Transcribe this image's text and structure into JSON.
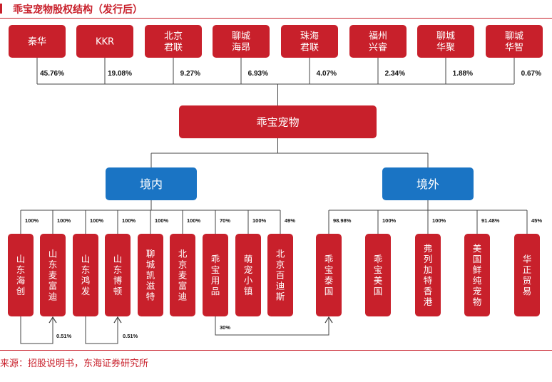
{
  "title": "乖宝宠物股权结构（发行后）",
  "source": "来源：招股说明书，东海证券研究所",
  "colors": {
    "red": "#c8202b",
    "blue": "#1a74c4",
    "line": "#444444",
    "accent": "#c8202b"
  },
  "shareholders": [
    {
      "label": "秦华",
      "pct": "45.76%"
    },
    {
      "label": "KKR",
      "pct": "19.08%"
    },
    {
      "label": "北京\n君联",
      "pct": "9.27%"
    },
    {
      "label": "聊城\n海昂",
      "pct": "6.93%"
    },
    {
      "label": "珠海\n君联",
      "pct": "4.07%"
    },
    {
      "label": "福州\n兴睿",
      "pct": "2.34%"
    },
    {
      "label": "聊城\n华聚",
      "pct": "1.88%"
    },
    {
      "label": "聊城\n华智",
      "pct": "0.67%"
    }
  ],
  "company": "乖宝宠物",
  "groups": [
    {
      "label": "境内"
    },
    {
      "label": "境外"
    }
  ],
  "domestic": [
    {
      "label": "山东海创",
      "pct": "100%"
    },
    {
      "label": "山东麦富迪",
      "pct": "100%"
    },
    {
      "label": "山东鸿发",
      "pct": "100%"
    },
    {
      "label": "山东博顿",
      "pct": "100%"
    },
    {
      "label": "聊城凯滋特",
      "pct": "100%"
    },
    {
      "label": "北京麦富迪",
      "pct": "100%"
    },
    {
      "label": "乖宝用品",
      "pct": "70%"
    },
    {
      "label": "萌宠小镇",
      "pct": "100%"
    },
    {
      "label": "北京百迪斯",
      "pct": "49%"
    }
  ],
  "overseas": [
    {
      "label": "乖宝泰国",
      "pct": "98.98%"
    },
    {
      "label": "乖宝美国",
      "pct": "100%"
    },
    {
      "label": "弗列加特香港",
      "pct": "100%"
    },
    {
      "label": "美国鲜纯宠物",
      "pct": "91.48%"
    },
    {
      "label": "华正贸易",
      "pct": "45%"
    }
  ],
  "cross_holdings": [
    {
      "from": "乖宝用品",
      "to": "乖宝泰国",
      "pct": "30%"
    },
    {
      "from": "山东海创",
      "to": "山东麦富迪",
      "pct": "0.51%"
    },
    {
      "from": "山东鸿发",
      "to": "山东博顿",
      "pct": "0.51%"
    }
  ]
}
